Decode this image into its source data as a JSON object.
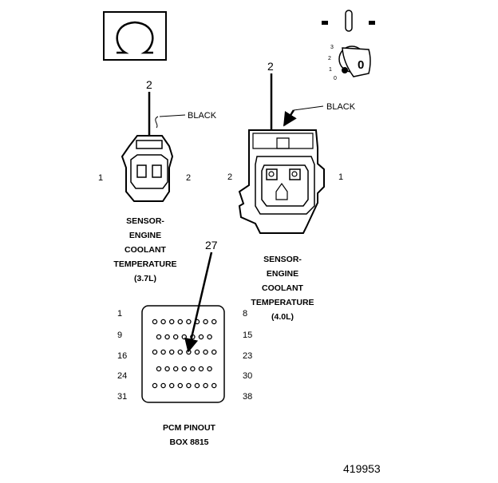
{
  "meter_symbol": "ohm-icon",
  "ignition_key": {
    "positions": [
      "3",
      "2",
      "1",
      "0"
    ],
    "key_glyph": "0"
  },
  "connector_37": {
    "callout": "2",
    "wire_color": "BLACK",
    "pin_left": "1",
    "pin_right": "2",
    "caption": [
      "SENSOR-",
      "ENGINE",
      "COOLANT",
      "TEMPERATURE",
      "(3.7L)"
    ]
  },
  "connector_40": {
    "callout": "2",
    "wire_color": "BLACK",
    "pin_left": "2",
    "pin_right": "1",
    "caption": [
      "SENSOR-",
      "ENGINE",
      "COOLANT",
      "TEMPERATURE",
      "(4.0L)"
    ]
  },
  "pcm_box": {
    "callout": "27",
    "left_pins": [
      "1",
      "9",
      "16",
      "24",
      "31"
    ],
    "right_pins": [
      "8",
      "15",
      "23",
      "30",
      "38"
    ],
    "caption": [
      "PCM PINOUT",
      "BOX 8815"
    ]
  },
  "figure_number": "419953"
}
